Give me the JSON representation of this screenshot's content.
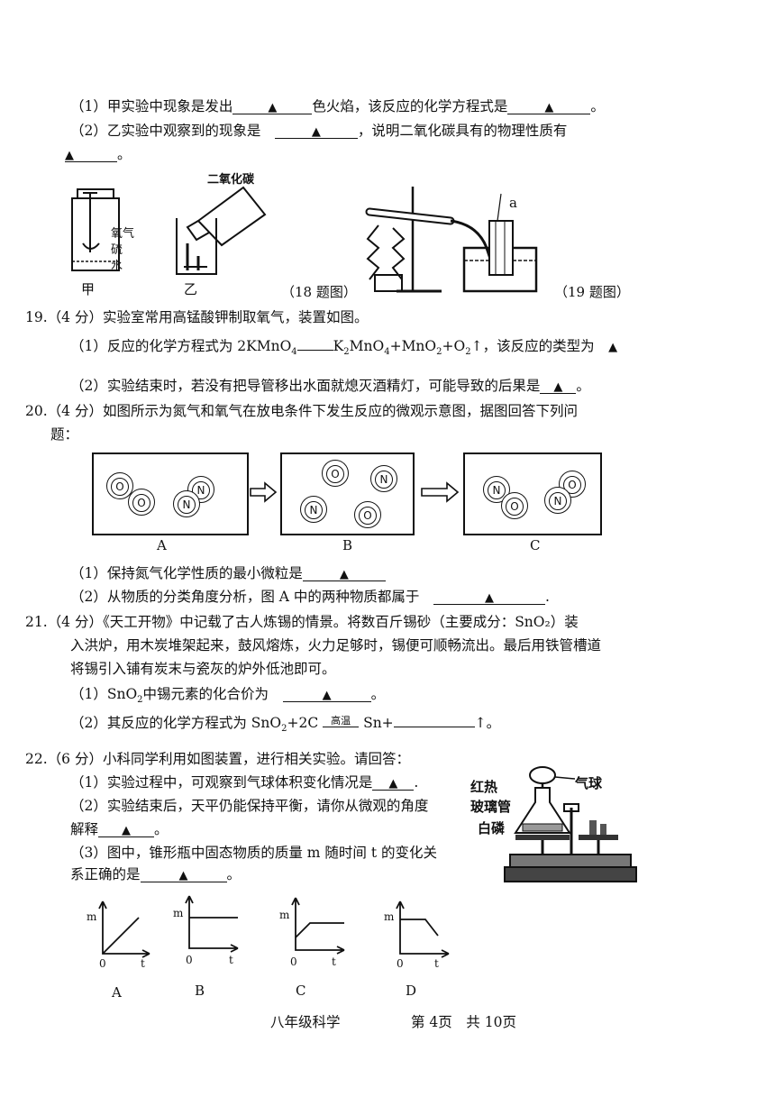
{
  "q18": {
    "p1_a": "（1）甲实验中现象是发出",
    "p1_b": "色火焰，该反应的化学方程式是",
    "p2_a": "（2）乙实验中观察到的现象是",
    "p2_b": "，说明二氧化碳具有的物理性质有",
    "blank_mark": "▲",
    "end_mark": "。",
    "fig_co2_label": "二氧化碳",
    "fig_jia_labels": [
      "氧气",
      "硫",
      "水"
    ],
    "fig_jia": "甲",
    "fig_yi": "乙",
    "fig_caption": "（18 题图）"
  },
  "q19": {
    "title": "19.（4 分）实验室常用高锰酸钾制取氧气，装置如图。",
    "p1_a": "（1）反应的化学方程式为 2KMnO",
    "p1_b": "K",
    "p1_c": "MnO",
    "p1_d": "+MnO",
    "p1_e": "+O",
    "p1_f": "↑，该反应的类型为",
    "p2": "（2）实验结束时，若没有把导管移出水面就熄灭酒精灯，可能导致的后果是",
    "fig_label_a": "a",
    "fig_caption": "（19 题图）"
  },
  "q20": {
    "title1": "20.（4 分）如图所示为氮气和氧气在放电条件下发生反应的微观示意图，据图回答下列问",
    "title2": "题：",
    "atom_o": "O",
    "atom_n": "N",
    "box_labels": [
      "A",
      "B",
      "C"
    ],
    "p1": "（1）保持氮气化学性质的最小微粒是",
    "p2": "（2）从物质的分类角度分析，图 A 中的两种物质都属于"
  },
  "q21": {
    "title1": "21.（4 分）《天工开物》中记载了古人炼锡的情景。将数百斤锡砂（主要成分：SnO₂）装",
    "title2": "入洪炉，用木炭堆架起来，鼓风熔炼，火力足够时，锡便可顺畅流出。最后用铁管槽道",
    "title3": "将锡引入铺有炭末与瓷灰的炉外低池即可。",
    "p1_a": "（1）SnO",
    "p1_b": "中锡元素的化合价为",
    "p2_a": "（2）其反应的化学方程式为 SnO",
    "p2_b": "+2C",
    "p2_cond": "高温",
    "p2_c": "Sn+",
    "p2_d": "↑。"
  },
  "q22": {
    "title": "22.（6 分）小科同学利用如图装置，进行相关实验。请回答：",
    "p1": "（1）实验过程中，可观察到气球体积变化情况是",
    "p2_a": "（2）实验结束后，天平仍能保持平衡，请你从微观的角度",
    "p2_b": "解释",
    "p3_a": "（3）图中，锥形瓶中固态物质的质量 m 随时间 t 的变化关",
    "p3_b": "系正确的是",
    "fig_labels": [
      "红热",
      "玻璃管",
      "白磷",
      "气球"
    ],
    "graph_axis_y": "m",
    "graph_axis_x": "t",
    "graph_origin": "0",
    "graph_labels": [
      "A",
      "B",
      "C",
      "D"
    ]
  },
  "footer": {
    "subject": "八年级科学",
    "page": "第 4页　共 10页"
  }
}
